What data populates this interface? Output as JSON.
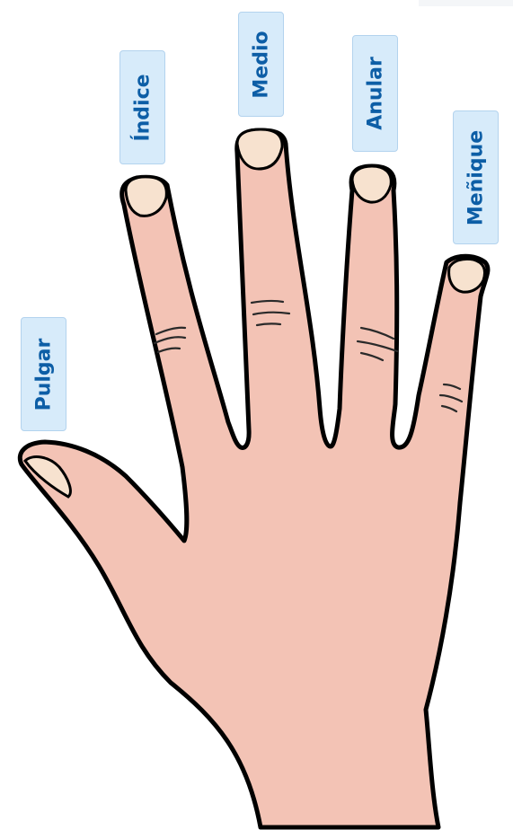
{
  "fingers": {
    "thumb": "Pulgar",
    "index": "Índice",
    "middle": "Medio",
    "ring": "Anular",
    "pinky": "Meñique"
  },
  "colors": {
    "skin": "#f3c3b5",
    "nail": "#f7e2cf",
    "outline": "#000000",
    "label_background": "#d7ebfa",
    "label_text": "#0d5ea6"
  }
}
